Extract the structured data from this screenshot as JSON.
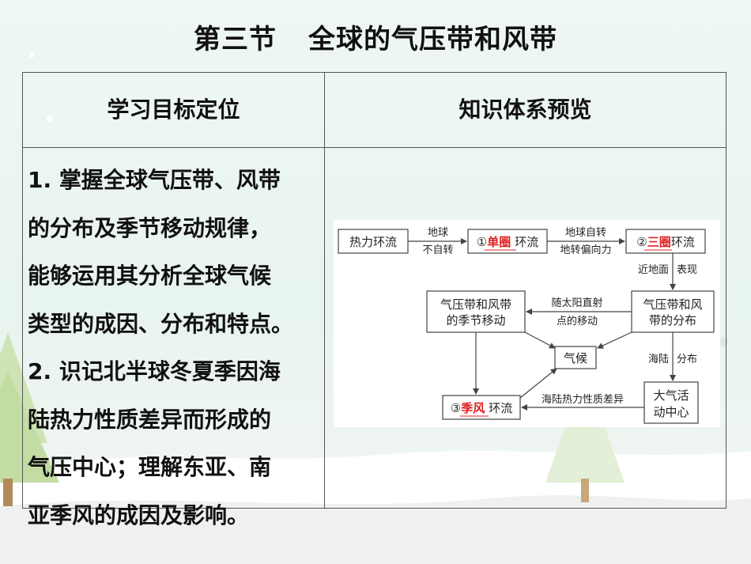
{
  "title": {
    "section": "第三节",
    "topic": "全球的气压带和风带"
  },
  "table": {
    "header_left": "学习目标定位",
    "header_right": "知识体系预览",
    "objectives_lines": [
      "1. 掌握全球气压带、风带",
      "的分布及季节移动规律，",
      "能够运用其分析全球气候",
      "类型的成因、分布和特点。",
      "2. 识记北半球冬夏季因海",
      "陆热力性质差异而形成的",
      "气压中心；理解东亚、南",
      "亚季风的成因及影响。"
    ]
  },
  "diagram": {
    "accent_color": "#e02020",
    "box_thermal": "热力环流",
    "edge1_top": "地球",
    "edge1_bottom": "不自转",
    "box_single_prefix": "①",
    "box_single_fill": "单圈",
    "box_single_suffix": "环流",
    "edge2_top": "地球自转",
    "edge2_bottom": "地转偏向力",
    "box_three_prefix": "②",
    "box_three_fill": "三圈",
    "box_three_suffix": "环流",
    "edge3_left": "近地面",
    "edge3_right": "表现",
    "box_dist_line1": "气压带和风",
    "box_dist_line2": "带的分布",
    "edge4_top": "随太阳直射",
    "edge4_bottom": "点的移动",
    "box_move_line1": "气压带和风带",
    "box_move_line2": "的季节移动",
    "box_climate": "气候",
    "edge5_left": "海陆",
    "edge5_right": "分布",
    "box_center_line1": "大气活",
    "box_center_line2": "动中心",
    "edge6": "海陆热力性质差异",
    "box_monsoon_prefix": "③",
    "box_monsoon_fill": "季风",
    "box_monsoon_suffix": "环流"
  }
}
